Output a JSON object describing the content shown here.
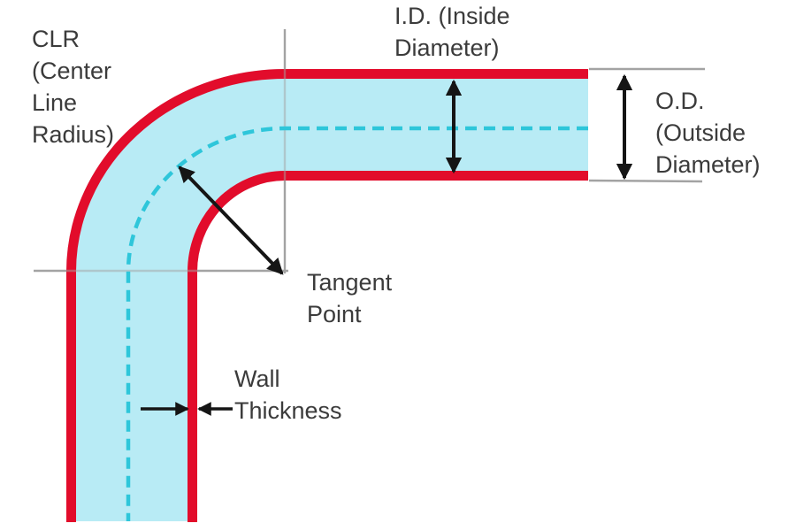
{
  "labels": {
    "clr": "CLR\n(Center\nLine\nRadius)",
    "inside_diameter": "I.D. (Inside\nDiameter)",
    "outside_diameter": "O.D.\n(Outside\nDiameter)",
    "tangent_point": "Tangent\nPoint",
    "wall_thickness": "Wall\nThickness"
  },
  "colors": {
    "background": "#ffffff",
    "tube_fill": "#b8ebf5",
    "tube_outline": "#e20c2b",
    "centerline": "#2ec6da",
    "construction_line": "#a3a3a3",
    "arrow": "#151515",
    "text": "#3b3b3b"
  }
}
